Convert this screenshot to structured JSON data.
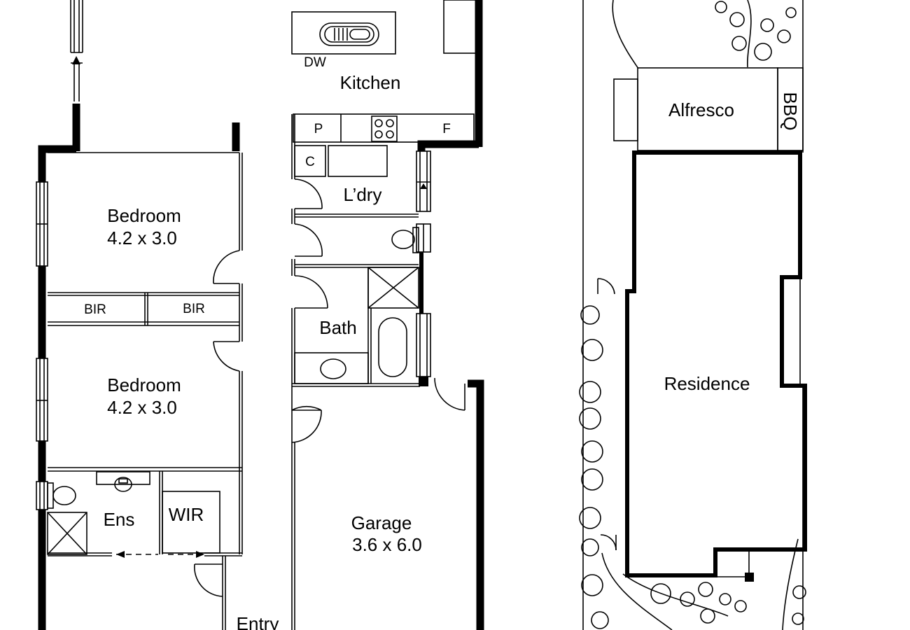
{
  "plan": {
    "kitchen": "Kitchen",
    "dishwasher": "DW",
    "pantry": "P",
    "fridge": "F",
    "cupboard": "C",
    "laundry": "L’dry",
    "bath": "Bath",
    "bedroom1_name": "Bedroom",
    "bedroom1_size": "4.2 x 3.0",
    "bir1": "BIR",
    "bir2": "BIR",
    "bedroom2_name": "Bedroom",
    "bedroom2_size": "4.2 x 3.0",
    "ensuite": "Ens",
    "wir": "WIR",
    "garage_name": "Garage",
    "garage_size": "3.6 x 6.0",
    "entry": "Entry"
  },
  "site": {
    "alfresco": "Alfresco",
    "bbq": "BBQ",
    "residence": "Residence"
  }
}
